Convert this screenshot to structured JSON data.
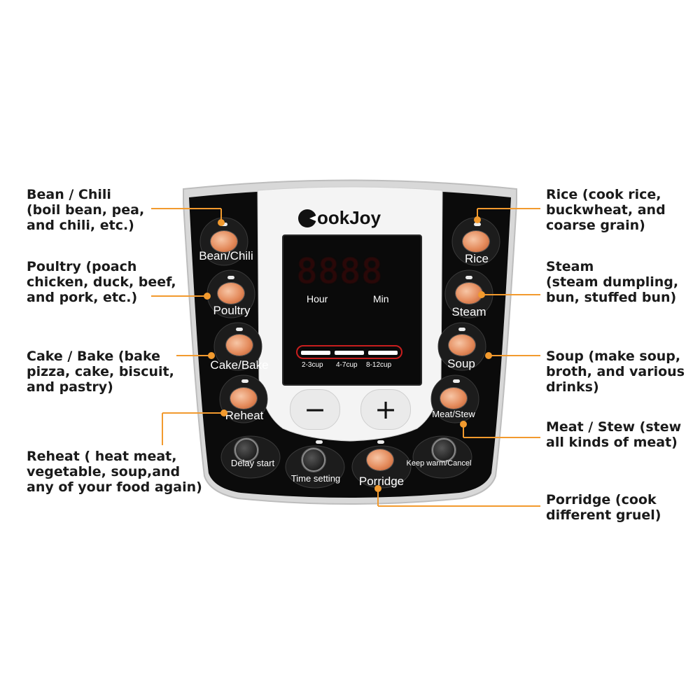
{
  "brand": {
    "logo": "CookJoy"
  },
  "display": {
    "digits": "8888",
    "hour_label": "Hour",
    "min_label": "Min",
    "cups": [
      "2-3cup",
      "4-7cup",
      "8-12cup"
    ]
  },
  "controls": {
    "minus": "−",
    "plus": "+"
  },
  "buttons": {
    "bean_chili": "Bean/Chili",
    "poultry": "Poultry",
    "cake_bake": "Cake/Bake",
    "reheat": "Reheat",
    "rice": "Rice",
    "steam": "Steam",
    "soup": "Soup",
    "meat_stew": "Meat/Stew",
    "delay_start": "Delay start",
    "time_setting": "Time setting",
    "porridge": "Porridge",
    "keep_warm_cancel": "Keep warm/Cancel"
  },
  "annotations": {
    "bean_chili": [
      "Bean / Chili",
      "(boil bean, pea,",
      "and chili, etc.)"
    ],
    "poultry": [
      "Poultry (poach",
      "chicken, duck, beef,",
      "and pork, etc.)"
    ],
    "cake_bake": [
      "Cake / Bake (bake",
      "pizza, cake, biscuit,",
      "and pastry)"
    ],
    "reheat": [
      "Reheat ( heat meat,",
      "vegetable, soup,and",
      "any of your food again)"
    ],
    "rice": [
      "Rice (cook rice,",
      "buckwheat, and",
      "coarse grain)"
    ],
    "steam": [
      "Steam",
      "(steam dumpling,",
      "bun, stuffed bun)"
    ],
    "soup": [
      "Soup (make soup,",
      "broth, and various",
      "drinks)"
    ],
    "meat_stew": [
      "Meat / Stew (stew",
      "all kinds of meat)"
    ],
    "porridge": [
      "Porridge (cook",
      "different gruel)"
    ]
  },
  "colors": {
    "leader": "#f29a2e",
    "panel": "#0b0b0b",
    "faceplate": "#f4f4f4",
    "cup_bar": "#c81e1e"
  }
}
